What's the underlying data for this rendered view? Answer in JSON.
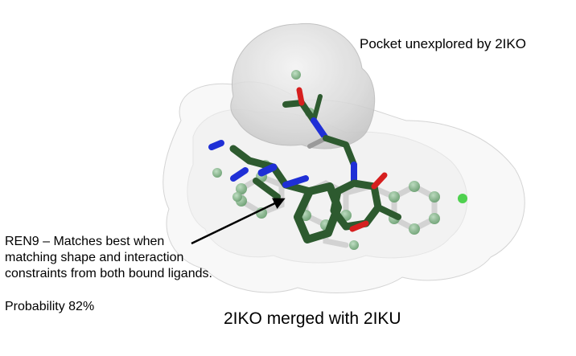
{
  "labels": {
    "pocket": "Pocket unexplored by 2IKO",
    "ren9_description": "REN9 – Matches best when\nmatching shape and interaction\nconstraints from both bound ligands.",
    "probability": "Probability 82%",
    "merge_title": "2IKO merged with 2IKU"
  },
  "colors": {
    "background": "#ffffff",
    "surface": "#d9d9d9",
    "carbon": "#2d5a2f",
    "nitrogen": "#1f2fd6",
    "oxygen": "#d61f1f",
    "chlorine": "#33cc33",
    "hydrogen": "#9a9a9a",
    "reference_ligand": "#7fb585",
    "arrow": "#000000"
  }
}
